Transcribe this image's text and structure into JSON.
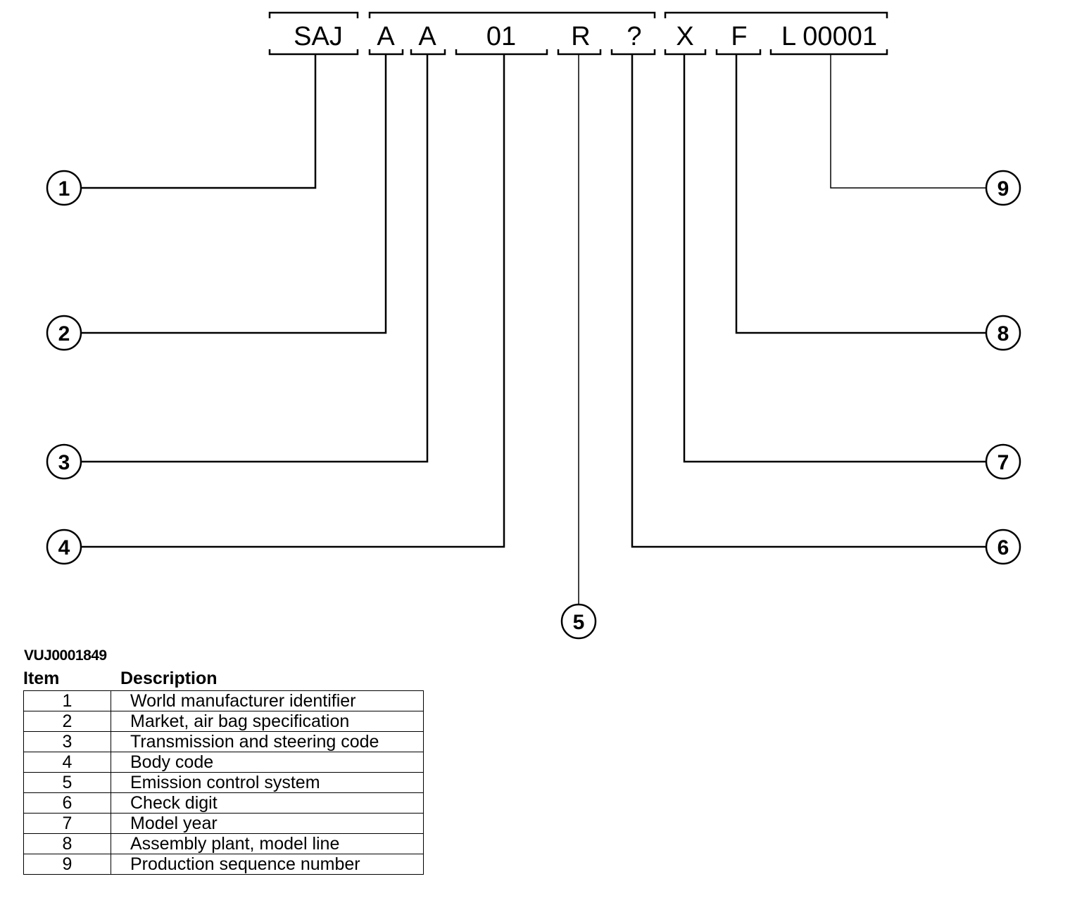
{
  "vin_segments": [
    "SAJ",
    "A",
    "A",
    "01",
    "R",
    "?",
    "X",
    "F",
    "L 00001"
  ],
  "callouts": [
    "1",
    "2",
    "3",
    "4",
    "5",
    "6",
    "7",
    "8",
    "9"
  ],
  "figure_ref": "VUJ0001849",
  "legend": {
    "header_item": "Item",
    "header_description": "Description",
    "rows": [
      {
        "item": "1",
        "description": "World manufacturer identifier"
      },
      {
        "item": "2",
        "description": "Market, air bag specification"
      },
      {
        "item": "3",
        "description": "Transmission and steering code"
      },
      {
        "item": "4",
        "description": "Body code"
      },
      {
        "item": "5",
        "description": "Emission control system"
      },
      {
        "item": "6",
        "description": "Check digit"
      },
      {
        "item": "7",
        "description": "Model year"
      },
      {
        "item": "8",
        "description": "Assembly plant, model line"
      },
      {
        "item": "9",
        "description": "Production sequence number"
      }
    ]
  }
}
